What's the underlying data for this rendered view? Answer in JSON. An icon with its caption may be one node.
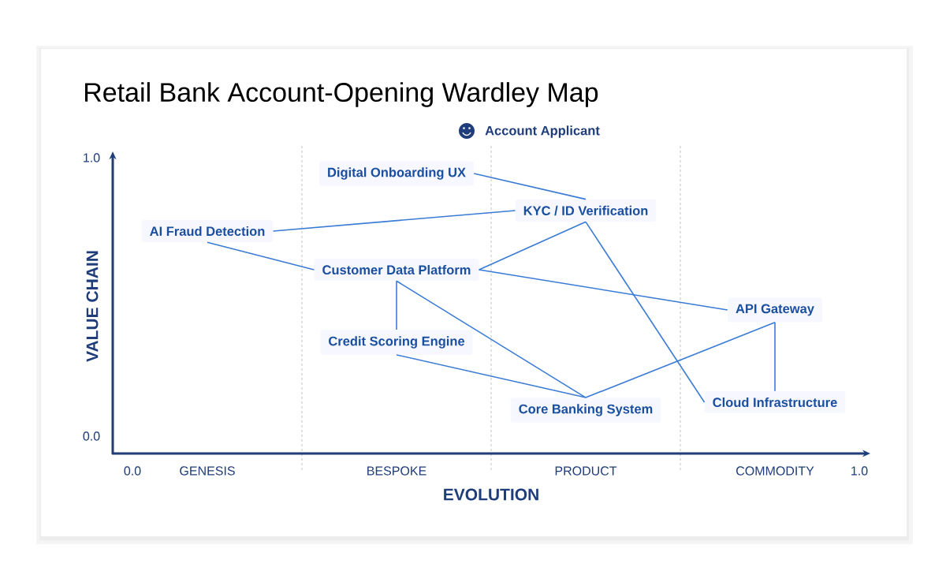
{
  "diagram": {
    "title": "Retail Bank Account-Opening Wardley Map",
    "nodes": [
      {
        "text": [
          "Digital Onboarding UX"
        ]
      },
      {
        "text": [
          "KYC / ID Verification"
        ]
      },
      {
        "text": [
          "AI Fraud Detection"
        ]
      },
      {
        "text": [
          "Customer Data Platform"
        ]
      },
      {
        "text": [
          "API Gateway"
        ]
      },
      {
        "text": [
          "Credit Scoring Engine"
        ]
      },
      {
        "text": [
          "Core Banking System"
        ]
      },
      {
        "text": [
          "Cloud Infrastructure"
        ]
      }
    ],
    "edges": [
      {
        "from": 0,
        "to": 1,
        "arrow": "none"
      },
      {
        "from": 2,
        "to": 1,
        "arrow": "none"
      },
      {
        "from": 2,
        "to": 3,
        "arrow": "none"
      },
      {
        "from": 3,
        "to": 1,
        "arrow": "none"
      },
      {
        "from": 3,
        "to": 4,
        "arrow": "none"
      },
      {
        "from": 1,
        "to": 7,
        "arrow": "none"
      },
      {
        "from": 3,
        "to": 5,
        "arrow": "none"
      },
      {
        "from": 3,
        "to": 6,
        "arrow": "none"
      },
      {
        "from": 5,
        "to": 6,
        "arrow": "none"
      },
      {
        "from": 6,
        "to": 4,
        "arrow": "none"
      },
      {
        "from": 4,
        "to": 7,
        "arrow": "none"
      }
    ],
    "labels": [
      "Account Applicant",
      "1.0",
      "VALUE CHAIN",
      "0.0",
      "0.0",
      "GENESIS",
      "BESPOKE",
      "PRODUCT",
      "COMMODITY",
      "1.0",
      "EVOLUTION"
    ]
  }
}
